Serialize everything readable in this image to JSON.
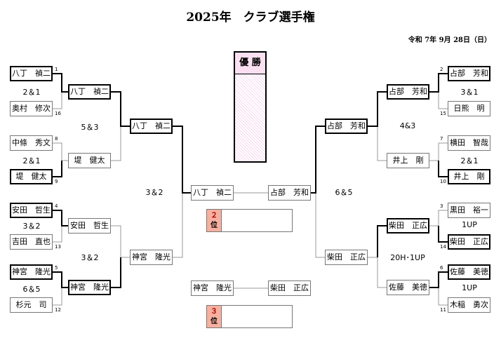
{
  "title": "2025年　クラブ選手権",
  "date": "令和 7年 9月 28日（日）",
  "champion_label": "優 勝",
  "second": {
    "num": "２",
    "suffix": "位"
  },
  "third": {
    "num": "３",
    "suffix": "位"
  },
  "left": {
    "r1": [
      {
        "name": "八丁　禎二",
        "seed": "1"
      },
      {
        "name": "奥村　修次",
        "seed": "16"
      },
      {
        "name": "中條　秀文",
        "seed": "8"
      },
      {
        "name": "堤　健太",
        "seed": "9"
      },
      {
        "name": "安田　哲生",
        "seed": "4"
      },
      {
        "name": "吉田　直也",
        "seed": "13"
      },
      {
        "name": "神宮　隆光",
        "seed": "5"
      },
      {
        "name": "杉元　司",
        "seed": "12"
      }
    ],
    "r1_scores": [
      "2＆1",
      "2＆1",
      "3＆2",
      "6＆5"
    ],
    "r2": [
      "八丁　禎二",
      "堤　健太",
      "安田　哲生",
      "神宮　隆光"
    ],
    "r2_scores": [
      "5＆3",
      "3＆2"
    ],
    "r3": [
      "八丁　禎二",
      "神宮　隆光"
    ],
    "r3_score": "3＆2"
  },
  "right": {
    "r1": [
      {
        "name": "占部　芳和",
        "seed": "2"
      },
      {
        "name": "日熊　明",
        "seed": "15"
      },
      {
        "name": "横田　智哉",
        "seed": "7"
      },
      {
        "name": "井上　剛",
        "seed": "10"
      },
      {
        "name": "黒田　裕一",
        "seed": "3"
      },
      {
        "name": "柴田　正広",
        "seed": "14"
      },
      {
        "name": "佐藤　美徳",
        "seed": "6"
      },
      {
        "name": "木稲　勇次",
        "seed": "11"
      }
    ],
    "r1_scores": [
      "3＆1",
      "2＆1",
      "1UP",
      "1UP"
    ],
    "r2": [
      "占部　芳和",
      "井上　剛",
      "柴田　正広",
      "佐藤　美徳"
    ],
    "r2_scores": [
      "4&3",
      "20H･1UP"
    ],
    "r3": [
      "占部　芳和",
      "柴田　正広"
    ],
    "r3_score": "6＆5"
  },
  "final": [
    "八丁　禎二",
    "占部　芳和"
  ],
  "third_match": [
    "神宮　隆光",
    "柴田　正広"
  ]
}
